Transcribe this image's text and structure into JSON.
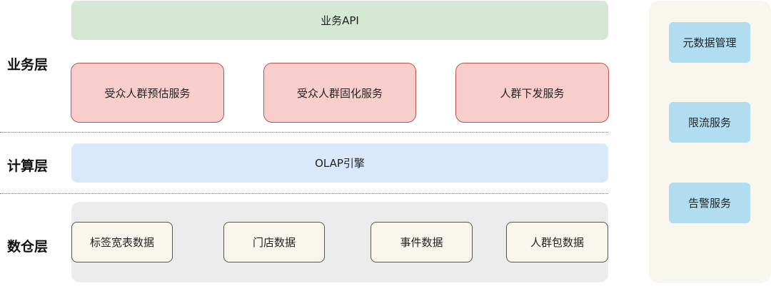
{
  "layers": {
    "business": "业务层",
    "compute": "计算层",
    "warehouse": "数仓层"
  },
  "business": {
    "api": "业务API",
    "services": [
      "受众人群预估服务",
      "受众人群固化服务",
      "人群下发服务"
    ]
  },
  "compute": {
    "engine": "OLAP引擎"
  },
  "warehouse": {
    "items": [
      "标签宽表数据",
      "门店数据",
      "事件数据",
      "人群包数据"
    ]
  },
  "sidebar": {
    "items": [
      "元数据管理",
      "限流服务",
      "告警服务"
    ]
  },
  "colors": {
    "api_fill": "#d5e8d4",
    "service_fill": "#f8cecc",
    "service_border": "#b85450",
    "olap_fill": "#dae8fc",
    "warehouse_fill": "#ebebeb",
    "warehouse_item_fill": "#f9f7ed",
    "sidebar_fill": "#f9f7ed",
    "sidebar_item_fill": "#b1ddf0"
  }
}
